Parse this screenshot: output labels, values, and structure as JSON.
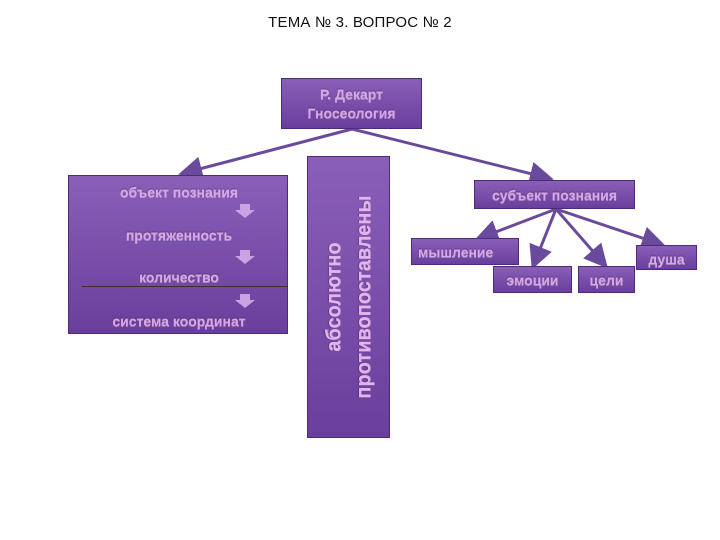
{
  "title": "ТЕМА № 3. ВОПРОС № 2",
  "root": {
    "line1": "Р. Декарт",
    "line2": "Гносеология"
  },
  "left_panel": {
    "items": [
      "объект познания",
      "протяженность",
      "количество",
      "система координат"
    ]
  },
  "center": {
    "line1": "абсолютно",
    "line2": "противопоставлены"
  },
  "subject": {
    "label": "субъект познания",
    "children": [
      "мышление",
      "эмоции",
      "цели",
      "душа"
    ]
  },
  "colors": {
    "box": "#7a4fad",
    "box_text": "#d9a6e6",
    "connector": "#6a4a9c"
  }
}
